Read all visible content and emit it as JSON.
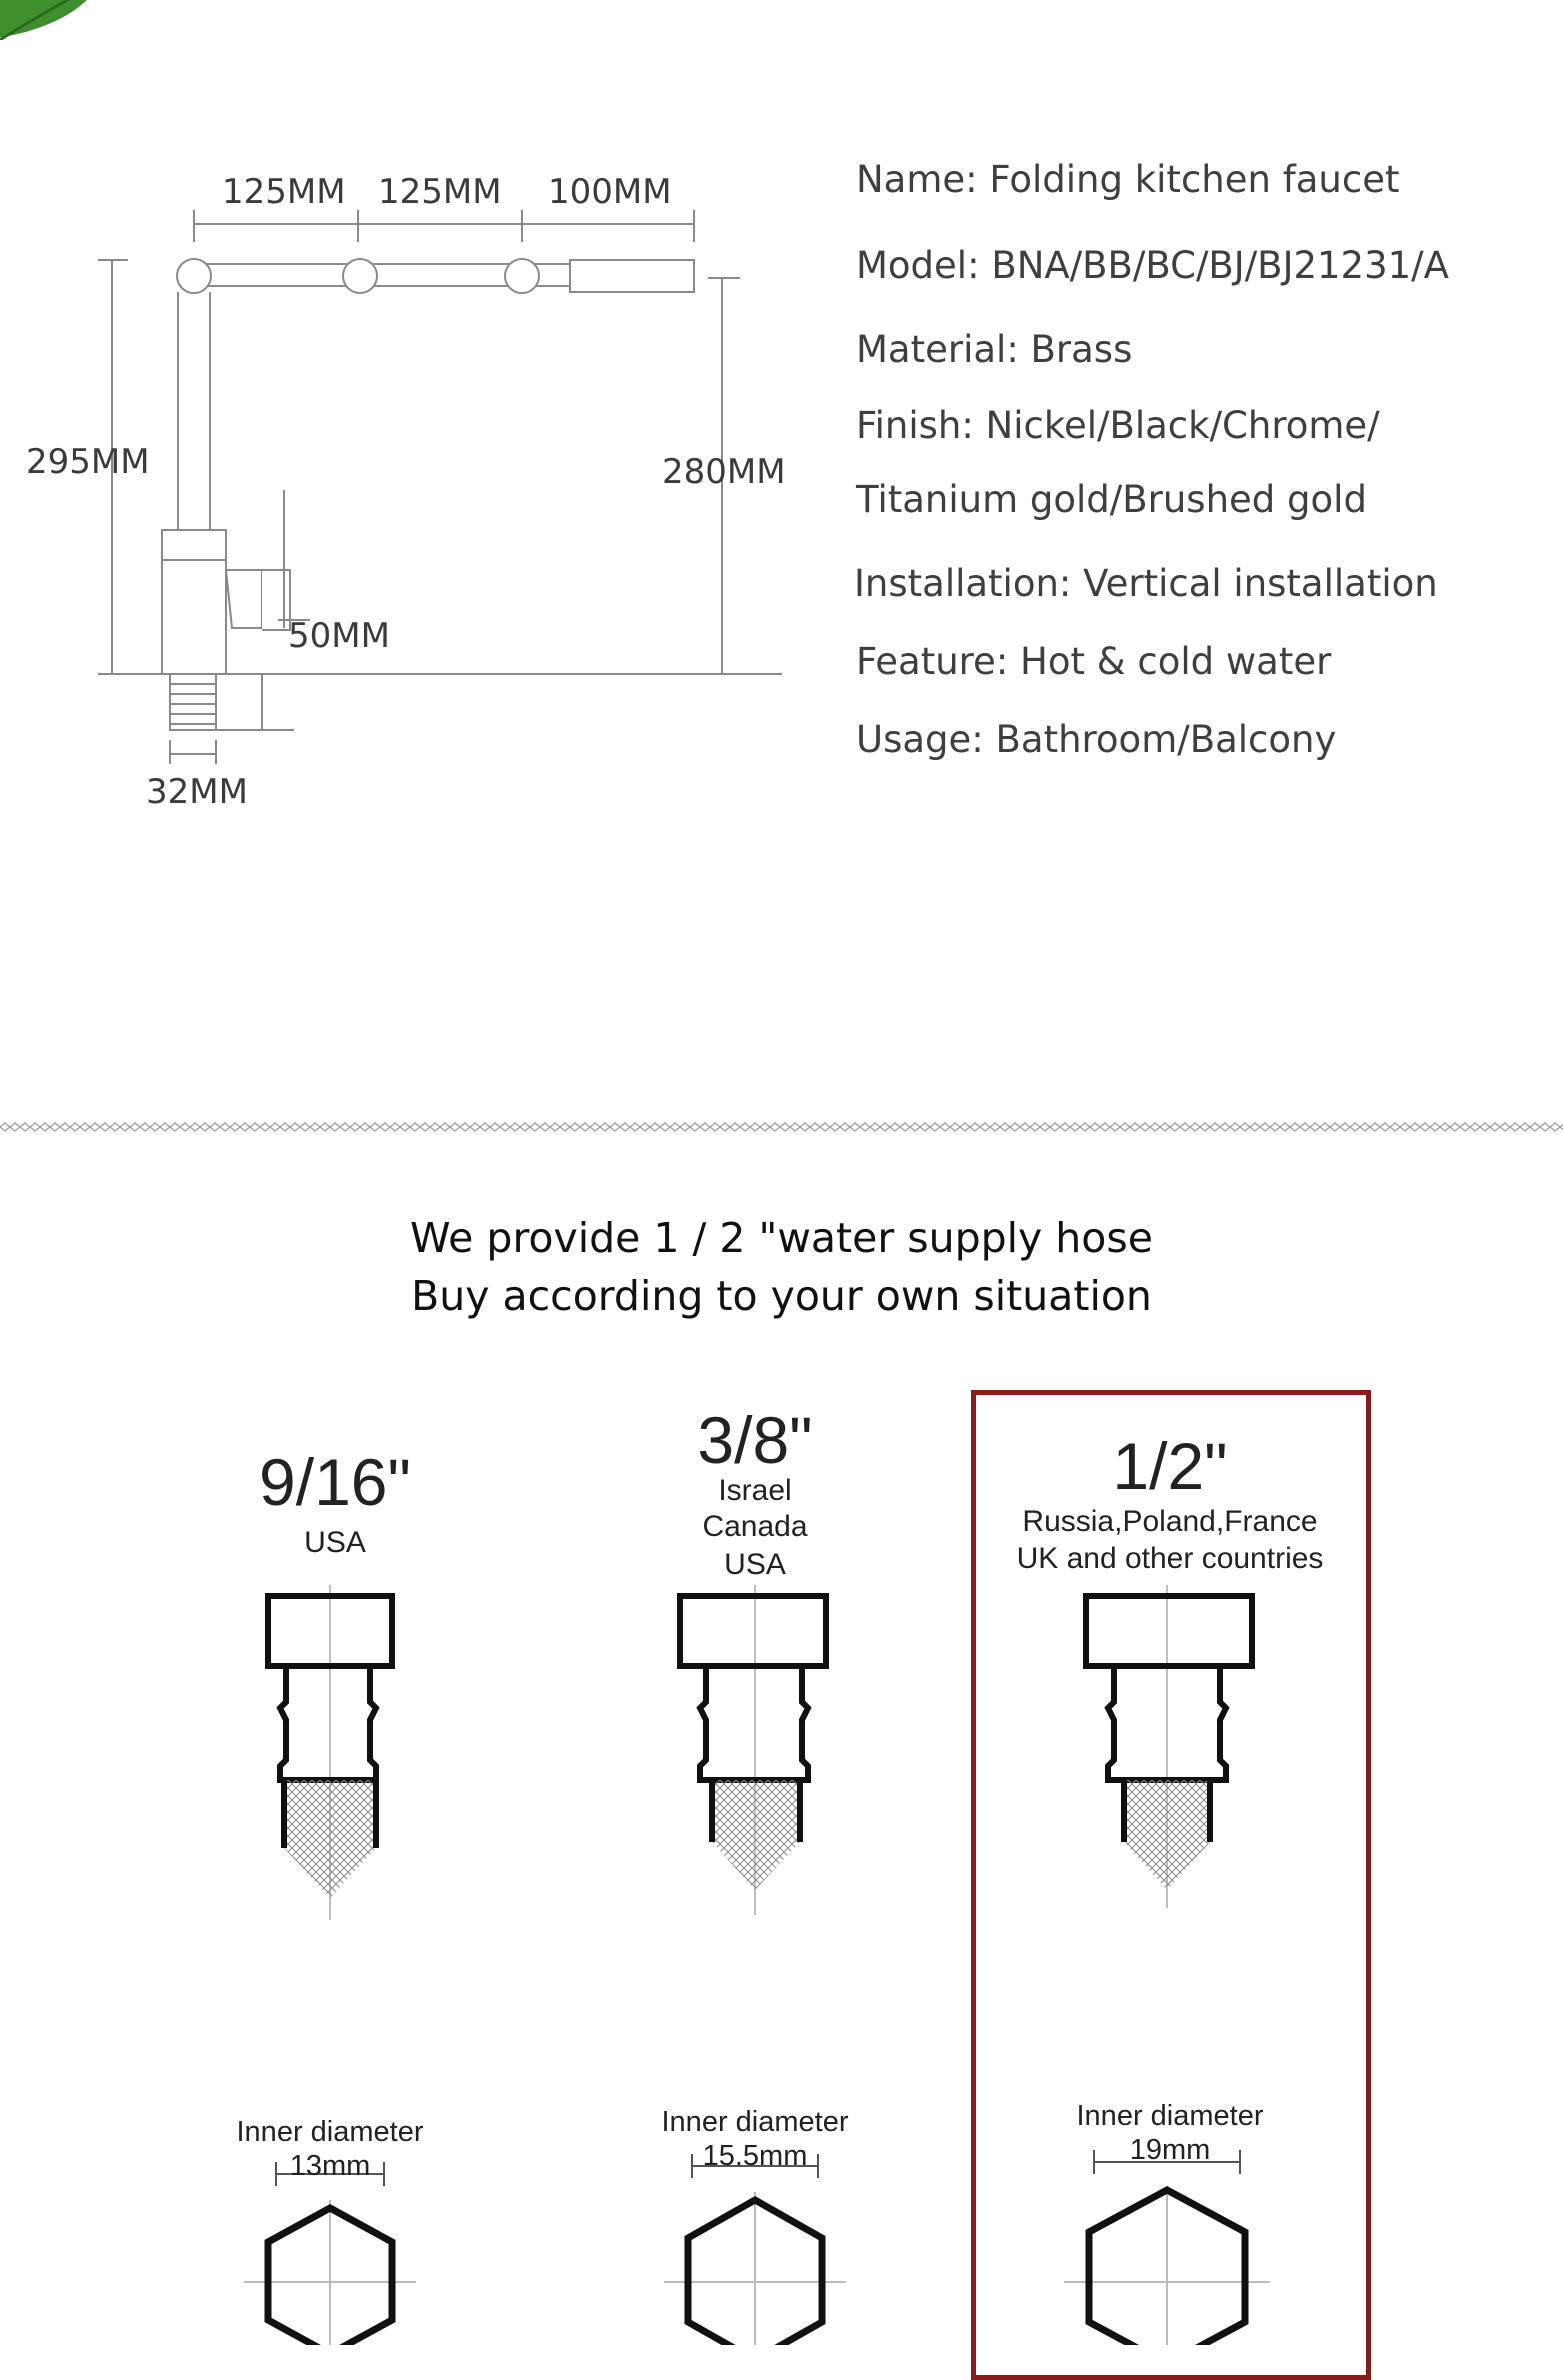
{
  "colors": {
    "accent": "#8b1a1a",
    "line": "#7a7a7a",
    "text": "#3f3f3f"
  },
  "decor": {
    "icon": "leaf-icon"
  },
  "diagram": {
    "dims": {
      "top1": "125MM",
      "top2": "125MM",
      "top3": "100MM",
      "height_left": "295MM",
      "height_right": "280MM",
      "handle": "50MM",
      "base": "32MM"
    }
  },
  "specs": [
    "Name:  Folding kitchen faucet",
    "Model:  BNA/BB/BC/BJ/BJ21231/A",
    "Material:  Brass",
    "Finish:  Nickel/Black/Chrome/",
    "Titanium gold/Brushed gold",
    "Installation:  Vertical installation",
    "Feature:  Hot & cold water",
    "Usage:  Bathroom/Balcony"
  ],
  "headline": {
    "line1": "We provide 1 / 2 \"water supply hose",
    "line2": "Buy according to your own situation"
  },
  "hoses": [
    {
      "size": "9/16\"",
      "regions": [
        "USA"
      ],
      "inner_label": "Inner diameter",
      "inner_mm": "13mm"
    },
    {
      "size": "3/8\"",
      "regions": [
        "Israel",
        "Canada",
        "USA"
      ],
      "inner_label": "Inner diameter",
      "inner_mm": "15.5mm"
    },
    {
      "size": "1/2\"",
      "regions": [
        "Russia,Poland,France",
        "UK and other countries"
      ],
      "inner_label": "Inner diameter",
      "inner_mm": "19mm"
    }
  ]
}
